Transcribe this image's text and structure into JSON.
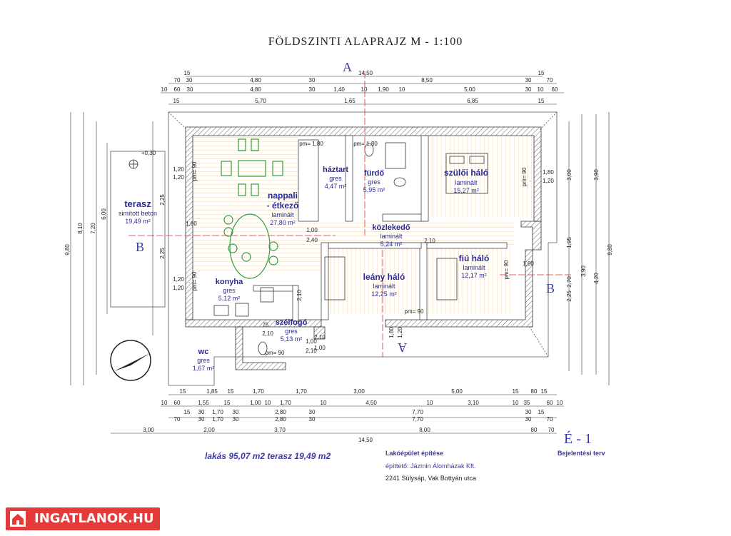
{
  "title": "FÖLDSZINTI ALAPRAJZ    M - 1:100",
  "rooms": [
    {
      "name": "terasz",
      "finish": "simított beton",
      "area": "19,49 m²"
    },
    {
      "name": "nappali",
      "name2": "- étkező",
      "finish": "laminált",
      "area": "27,80 m²"
    },
    {
      "name": "háztart",
      "finish": "gres",
      "area": "4,47 m²"
    },
    {
      "name": "fürdő",
      "finish": "gres",
      "area": "5,95 m²"
    },
    {
      "name": "szülői háló",
      "finish": "laminált",
      "area": "15,27 m²"
    },
    {
      "name": "közlekedő",
      "finish": "laminált",
      "area": "5,24 m²"
    },
    {
      "name": "konyha",
      "finish": "gres",
      "area": "5,12 m²"
    },
    {
      "name": "leány háló",
      "finish": "laminált",
      "area": "12,25 m²"
    },
    {
      "name": "fiú háló",
      "finish": "laminált",
      "area": "12,17 m²"
    },
    {
      "name": "szélfogó",
      "finish": "gres",
      "area": "5,13 m²"
    },
    {
      "name": "wc",
      "finish": "gres",
      "area": "1,67 m²"
    }
  ],
  "section_marks": [
    "A",
    "A",
    "B",
    "B"
  ],
  "dimensions": {
    "top_row1": [
      "15",
      "14,50",
      "15"
    ],
    "top_row2": [
      "70",
      "30",
      "4,80",
      "30",
      "8,50",
      "30",
      "70"
    ],
    "top_row3": [
      "10",
      "60",
      "30",
      "4,80",
      "30",
      "1,40",
      "10",
      "1,90",
      "10",
      "5,00",
      "30",
      "10",
      "60"
    ],
    "top_row4": [
      "15",
      "5,70",
      "1,65",
      "6,85",
      "15"
    ],
    "bottom_row1": [
      "15",
      "1,85",
      "15",
      "1,70",
      "1,70",
      "3,00",
      "5,00",
      "15",
      "80",
      "15"
    ],
    "bottom_row2": [
      "10",
      "60",
      "1,55",
      "15",
      "1,00",
      "10",
      "1,70",
      "10",
      "4,50",
      "10",
      "3,10",
      "10",
      "35",
      "60",
      "10"
    ],
    "bottom_row3": [
      "15",
      "30",
      "1,70",
      "30",
      "2,80",
      "30",
      "7,70",
      "30",
      "15"
    ],
    "bottom_row4": [
      "70",
      "30",
      "1,70",
      "30",
      "2,80",
      "30",
      "7,70",
      "30",
      "70"
    ],
    "bottom_row5": [
      "3,00",
      "2,00",
      "3,70",
      "8,00",
      "80",
      "70"
    ],
    "bottom_total": "14,50",
    "left_col1": "9,80",
    "left_col2": "8,10",
    "left_col3": "7,20",
    "left_col4": "6,00",
    "left_col5": [
      "2,25",
      "2,25"
    ],
    "right_col1": "9,80",
    "right_col2": "4,20",
    "right_col3": "3,90",
    "right_col4": "3,90",
    "right_col5": [
      "3,00",
      "1,95",
      "2,70",
      "2,25"
    ],
    "inner": [
      "1,20",
      "1,20",
      "1,80",
      "1,20",
      "1,20",
      "1,80",
      "1,20",
      "1,80",
      "1,00",
      "2,40",
      "2,10",
      "2,10",
      "2,10",
      "1,00",
      "2,10",
      "1,00",
      "2,10",
      "75",
      "1,80",
      "1,20"
    ],
    "pm_labels": [
      "pm= 1,80",
      "pm= 1,80",
      "pm= 90",
      "pm= 90",
      "pm= 90",
      "pm= 90",
      "pm= 90",
      "pm= 90"
    ],
    "level": "+0,30"
  },
  "footer": {
    "area_summary": "lakás  95,07 m2  terasz 19,49 m2",
    "project": "Lakóépület építése",
    "builder": "építtető: Jázmin Álomházak Kft.",
    "address": "2241 Sülysáp, Vak Bottyán utca",
    "plan_type": "Bejelentési terv",
    "sheet": "É - 1"
  },
  "logo": {
    "text": "INGATLANOK.HU",
    "icon": "house-icon"
  },
  "colors": {
    "ink": "#3a3aa8",
    "wall": "#555",
    "wood": "#e7b06a",
    "furniture": "#2e9e3e",
    "red": "#d33",
    "grid": "#888"
  }
}
